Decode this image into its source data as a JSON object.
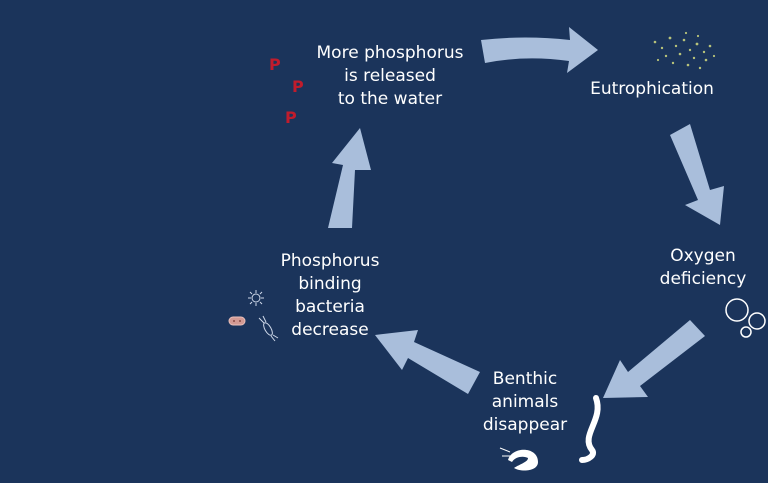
{
  "colors": {
    "background": "#1b345b",
    "arrow": "#a9bedb",
    "text": "#ffffff",
    "phosphorus": "#c01c2c",
    "algae": "#b7c27a"
  },
  "nodes": [
    {
      "id": "phosphorus-release",
      "text": "More phosphorus\nis released\nto the water"
    },
    {
      "id": "eutrophication",
      "text": "Eutrophication"
    },
    {
      "id": "oxygen-deficiency",
      "text": "Oxygen\ndeficiency"
    },
    {
      "id": "benthic-animals",
      "text": "Benthic\nanimals\ndisappear"
    },
    {
      "id": "bacteria-decrease",
      "text": "Phosphorus\nbinding\nbacteria\ndecrease"
    }
  ],
  "phosphorus_symbols": [
    "P",
    "P",
    "P"
  ],
  "icons": [
    "algae-dots-icon",
    "bubbles-icon",
    "worm-icon",
    "shrimp-icon",
    "virus-icon",
    "bacterium-icon",
    "flagellate-icon"
  ]
}
